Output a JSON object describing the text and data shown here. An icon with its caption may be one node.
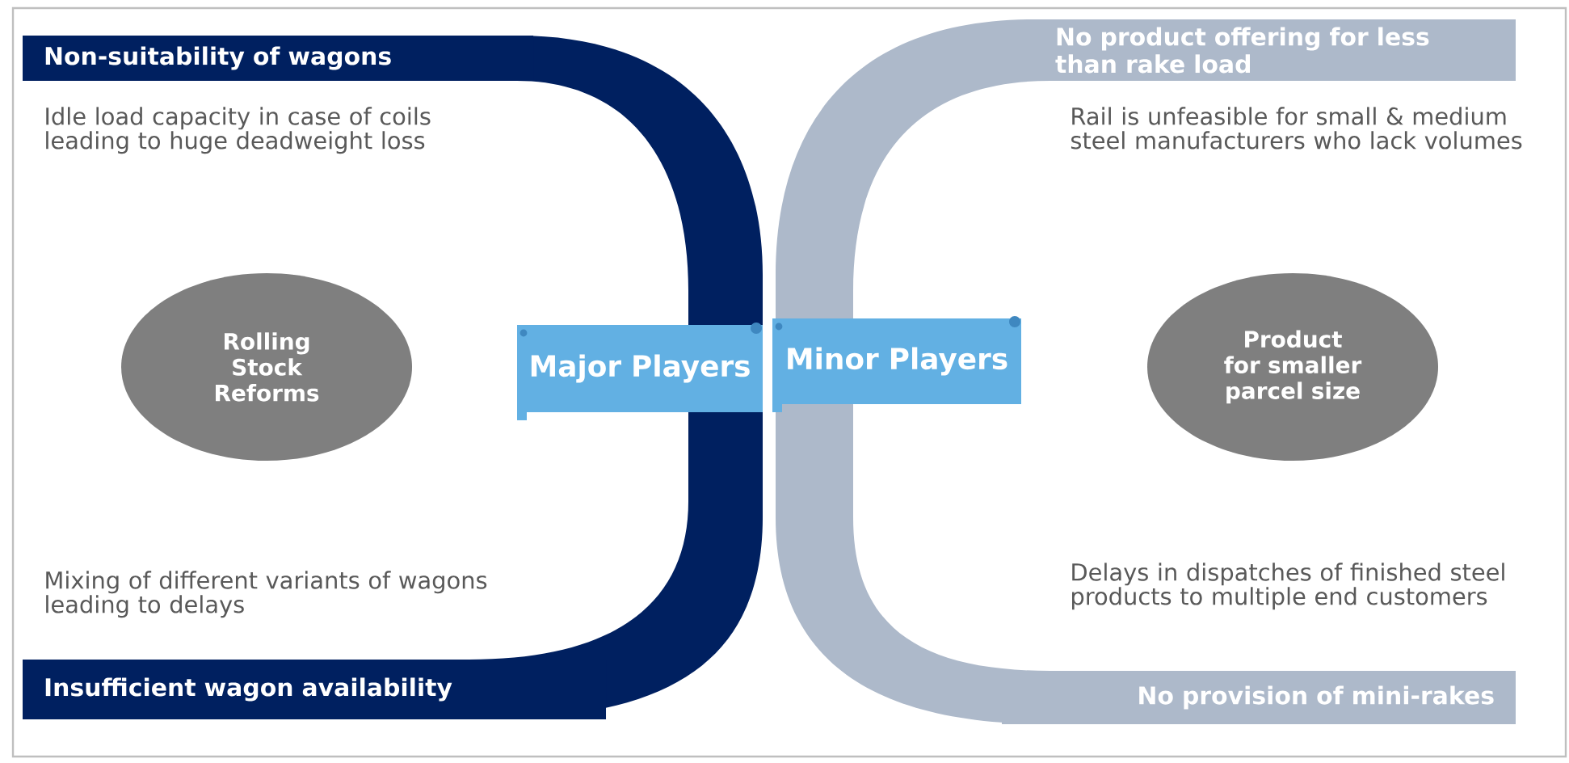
{
  "diagram": {
    "nodes": [
      {
        "text": [
          "Non-suitability of wagons"
        ]
      },
      {
        "text": [
          "No product offering for less than rake load"
        ]
      },
      {
        "text": [
          "Rolling Stock Reforms"
        ]
      },
      {
        "text": [
          "Major Players"
        ]
      },
      {
        "text": [
          "Minor Players"
        ]
      },
      {
        "text": [
          "Product for smaller parcel size"
        ]
      },
      {
        "text": [
          "Insufficient wagon availability"
        ]
      },
      {
        "text": [
          "No provision of mini-rakes"
        ]
      }
    ],
    "labels": [
      "Idle load capacity in case of coils leading to huge deadweight loss",
      "Rail is unfeasible for small & medium steel manufacturers who lack volumes",
      "Mixing of different variants of wagons leading to delays",
      "Delays in dispatches of finished steel products to multiple end customers"
    ]
  }
}
